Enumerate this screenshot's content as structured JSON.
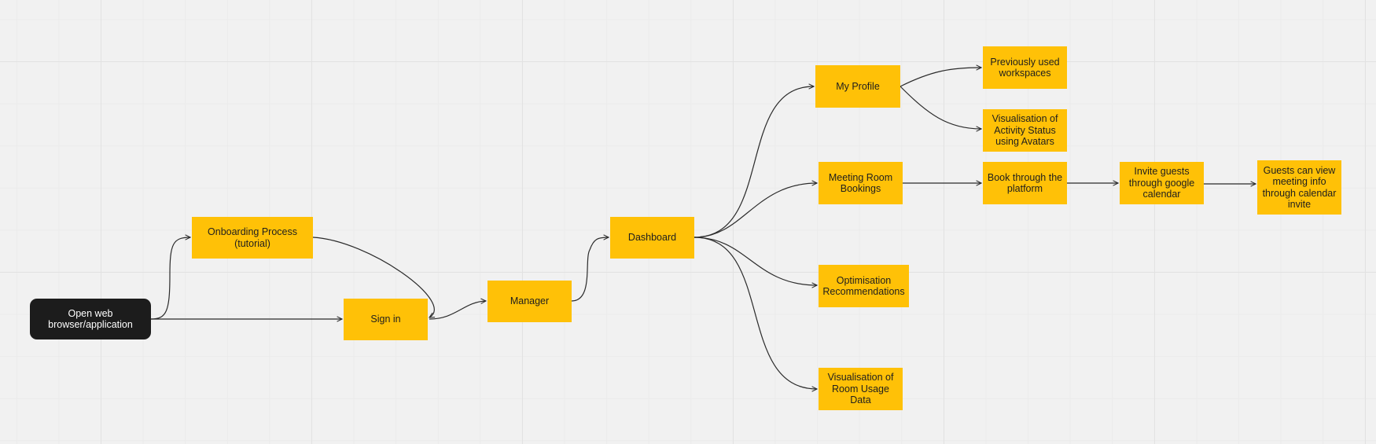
{
  "diagram": {
    "nodes": {
      "open": "Open web\nbrowser/application",
      "onboard": "Onboarding Process\n(tutorial)",
      "signin": "Sign in",
      "manager": "Manager",
      "dash": "Dashboard",
      "profile": "My Profile",
      "prev": "Previously used\nworkspaces",
      "vis_act": "Visualisation of\nActivity Status\nusing Avatars",
      "meeting": "Meeting Room\nBookings",
      "book": "Book through the\nplatform",
      "invite": "Invite guests\nthrough google\ncalendar",
      "guests": "Guests can view\nmeeting info\nthrough calendar\ninvite",
      "optim": "Optimisation\nRecommendations",
      "vis_room": "Visualisation of\nRoom Usage\nData"
    },
    "colors": {
      "sticky": "#ffc107",
      "start": "#1c1c1c",
      "connector": "#2b2b2b",
      "background": "#f1f1f1"
    },
    "edges": [
      {
        "from": "open",
        "to": "onboard"
      },
      {
        "from": "open",
        "to": "signin"
      },
      {
        "from": "onboard",
        "to": "signin"
      },
      {
        "from": "signin",
        "to": "manager"
      },
      {
        "from": "manager",
        "to": "dash"
      },
      {
        "from": "dash",
        "to": "profile"
      },
      {
        "from": "dash",
        "to": "meeting"
      },
      {
        "from": "dash",
        "to": "optim"
      },
      {
        "from": "dash",
        "to": "vis_room"
      },
      {
        "from": "profile",
        "to": "prev"
      },
      {
        "from": "profile",
        "to": "vis_act"
      },
      {
        "from": "meeting",
        "to": "book"
      },
      {
        "from": "book",
        "to": "invite"
      },
      {
        "from": "invite",
        "to": "guests"
      }
    ]
  }
}
